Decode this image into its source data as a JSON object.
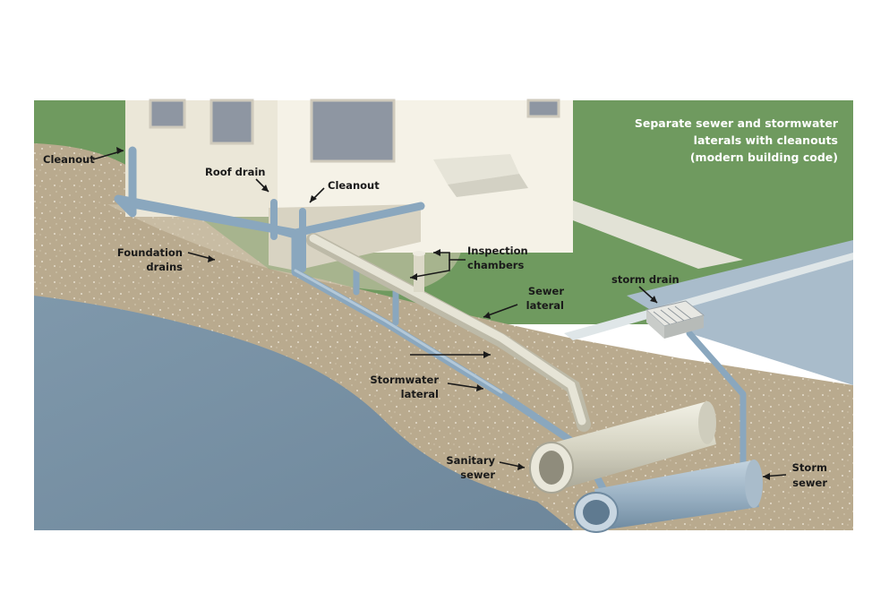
{
  "diagram": {
    "title_lines": [
      "Separate sewer and stormwater",
      "laterals with cleanouts",
      "(modern building code)"
    ],
    "labels": {
      "cleanout_left": "Cleanout",
      "roof_drain": "Roof drain",
      "cleanout_right": "Cleanout",
      "foundation_drains_1": "Foundation",
      "foundation_drains_2": "drains",
      "inspection_chambers_1": "Inspection",
      "inspection_chambers_2": "chambers",
      "sewer_lateral_1": "Sewer",
      "sewer_lateral_2": "lateral",
      "storm_drain": "storm drain",
      "stormwater_lateral_1": "Stormwater",
      "stormwater_lateral_2": "lateral",
      "sanitary_sewer_1": "Sanitary",
      "sanitary_sewer_2": "sewer",
      "storm_sewer_1": "Storm",
      "storm_sewer_2": "sewer"
    },
    "colors": {
      "lawn": "#6f9a5f",
      "soil": "#b8a88c",
      "house": "#f2efe2",
      "road": "#a9bccb",
      "water_pipe": "#8aa7be",
      "sewer_pipe": "#d8d6c6",
      "gravel": "#d9cfbb",
      "underground": "#7f9aae"
    }
  }
}
